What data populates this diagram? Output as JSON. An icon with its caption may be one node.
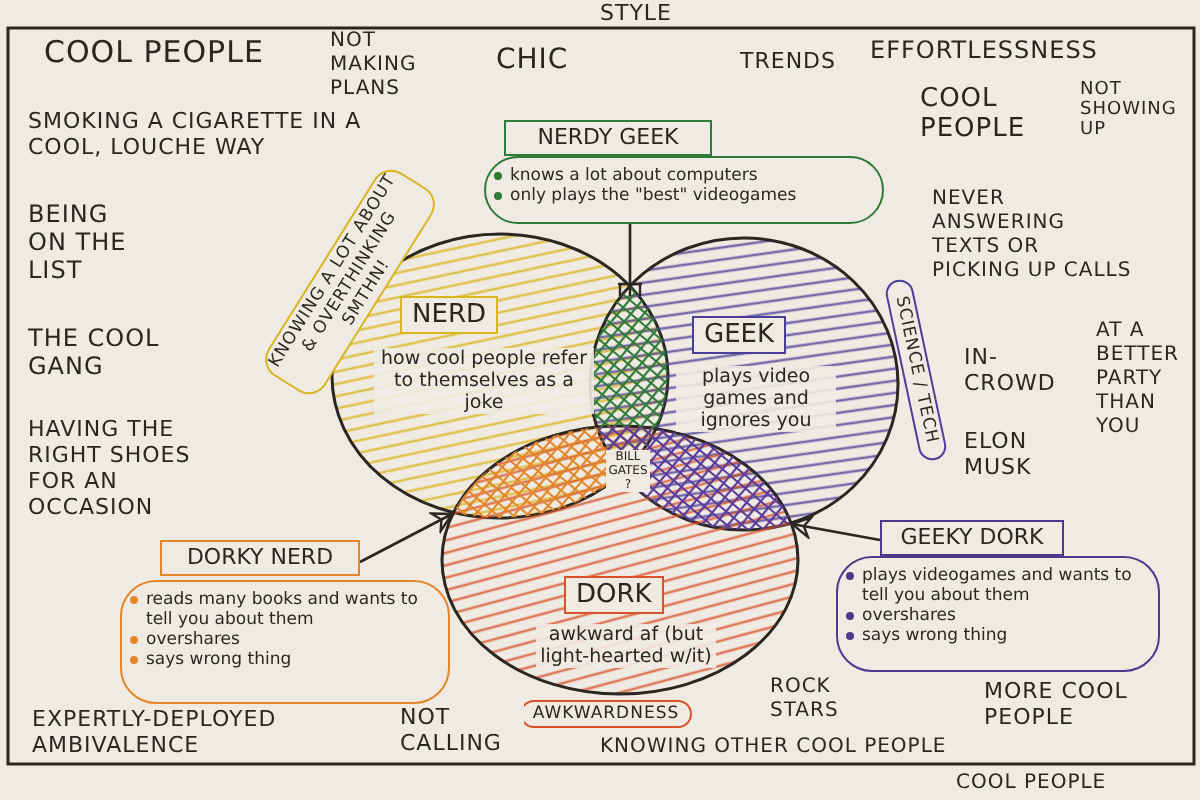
{
  "diagram": {
    "nodes": [
      {
        "text": [
          "NERD",
          "how cool people refer to themselves as a joke"
        ],
        "beside": [
          "KNOWING A LOT ABOUT & OVERTHINKING SMTHN!"
        ]
      },
      {
        "text": [
          "GEEK",
          "plays video games and ignores you"
        ],
        "beside": [
          "SCIENCE / TECH"
        ]
      },
      {
        "text": [
          "DORK",
          "awkward af (but light-hearted w/it)"
        ],
        "beside": [
          "AWKWARDNESS"
        ]
      },
      {
        "text": [
          "NERDY GEEK",
          "knows a lot about computers",
          "only plays the \"best\" videogames"
        ]
      },
      {
        "text": [
          "DORKY NERD",
          "reads many books and wants to tell you about them",
          "overshares",
          "says wrong thing"
        ]
      },
      {
        "text": [
          "GEEKY DORK",
          "plays videogames and wants to tell you about them",
          "overshares",
          "says wrong thing"
        ]
      },
      {
        "text": [],
        "shape": "lens"
      },
      {
        "text": [],
        "shape": "lens"
      },
      {
        "text": [],
        "shape": "lens"
      }
    ],
    "edges": [
      {
        "from": 3,
        "to": 6,
        "arrow": "to"
      },
      {
        "from": 4,
        "to": 7,
        "arrow": "to"
      },
      {
        "from": 5,
        "to": 8,
        "arrow": "to"
      }
    ],
    "labels": [
      "COOL PEOPLE",
      "NOT MAKING PLANS",
      "STYLE",
      "CHIC",
      "TRENDS",
      "EFFORTLESSNESS",
      "SMOKING A CIGARETTE IN A COOL, LOUCHE WAY",
      "COOL PEOPLE",
      "NOT SHOWING UP",
      "BEING ON THE LIST",
      "NEVER ANSWERING TEXTS OR PICKING UP CALLS",
      "THE COOL GANG",
      "IN-CROWD",
      "AT A BETTER PARTY THAN YOU",
      "HAVING THE RIGHT SHOES FOR AN OCCASION",
      "BILL GATES ?",
      "ELON MUSK",
      "EXPERTLY-DEPLOYED AMBIVALENCE",
      "NOT CALLING",
      "ROCK STARS",
      "MORE COOL PEOPLE",
      "KNOWING OTHER COOL PEOPLE",
      "COOL PEOPLE"
    ]
  }
}
